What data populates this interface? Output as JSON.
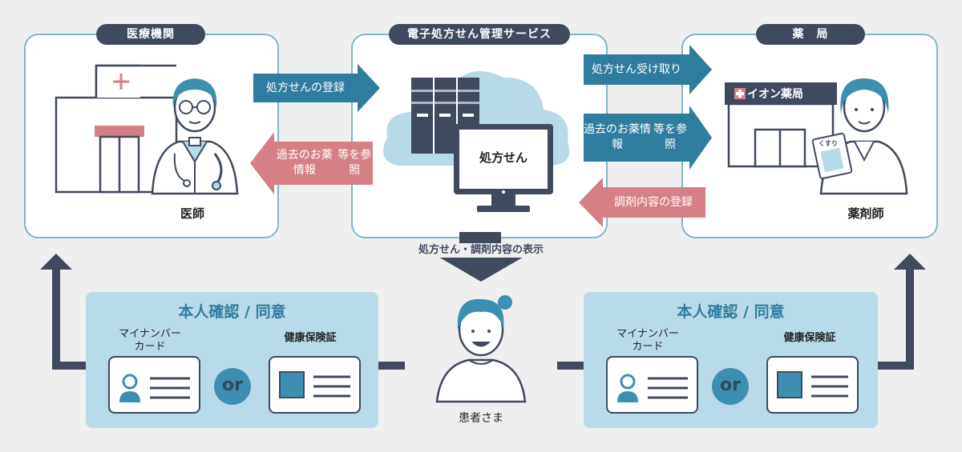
{
  "sections": {
    "hospital": "医療機関",
    "service": "電子処方せん管理サービス",
    "pharmacy": "薬　局"
  },
  "people": {
    "doctor": "医師",
    "pharmacist": "薬剤師",
    "patient": "患者さま"
  },
  "arrows": {
    "register": "処方せんの登録",
    "past_left": [
      "過去のお薬情報",
      "等を参照"
    ],
    "receive": "処方せん受け取り",
    "past_right": [
      "過去のお薬情報",
      "等を参照"
    ],
    "dispense": "調剤内容の登録",
    "display": "処方せん・調剤内容の表示"
  },
  "monitor_text": "処方せん",
  "store_sign": "イオン薬局",
  "medicine_label": "くすり",
  "identity": {
    "title": "本人確認 / 同意",
    "card1": [
      "マイナンバー",
      "カード"
    ],
    "card2": "健康保険証",
    "or": "or"
  },
  "colors": {
    "teal": "#2e7d9e",
    "pink": "#d77f87",
    "navy": "#3f4a5f",
    "light_blue": "#b9dbe9",
    "cloud": "#b7d9e8"
  }
}
